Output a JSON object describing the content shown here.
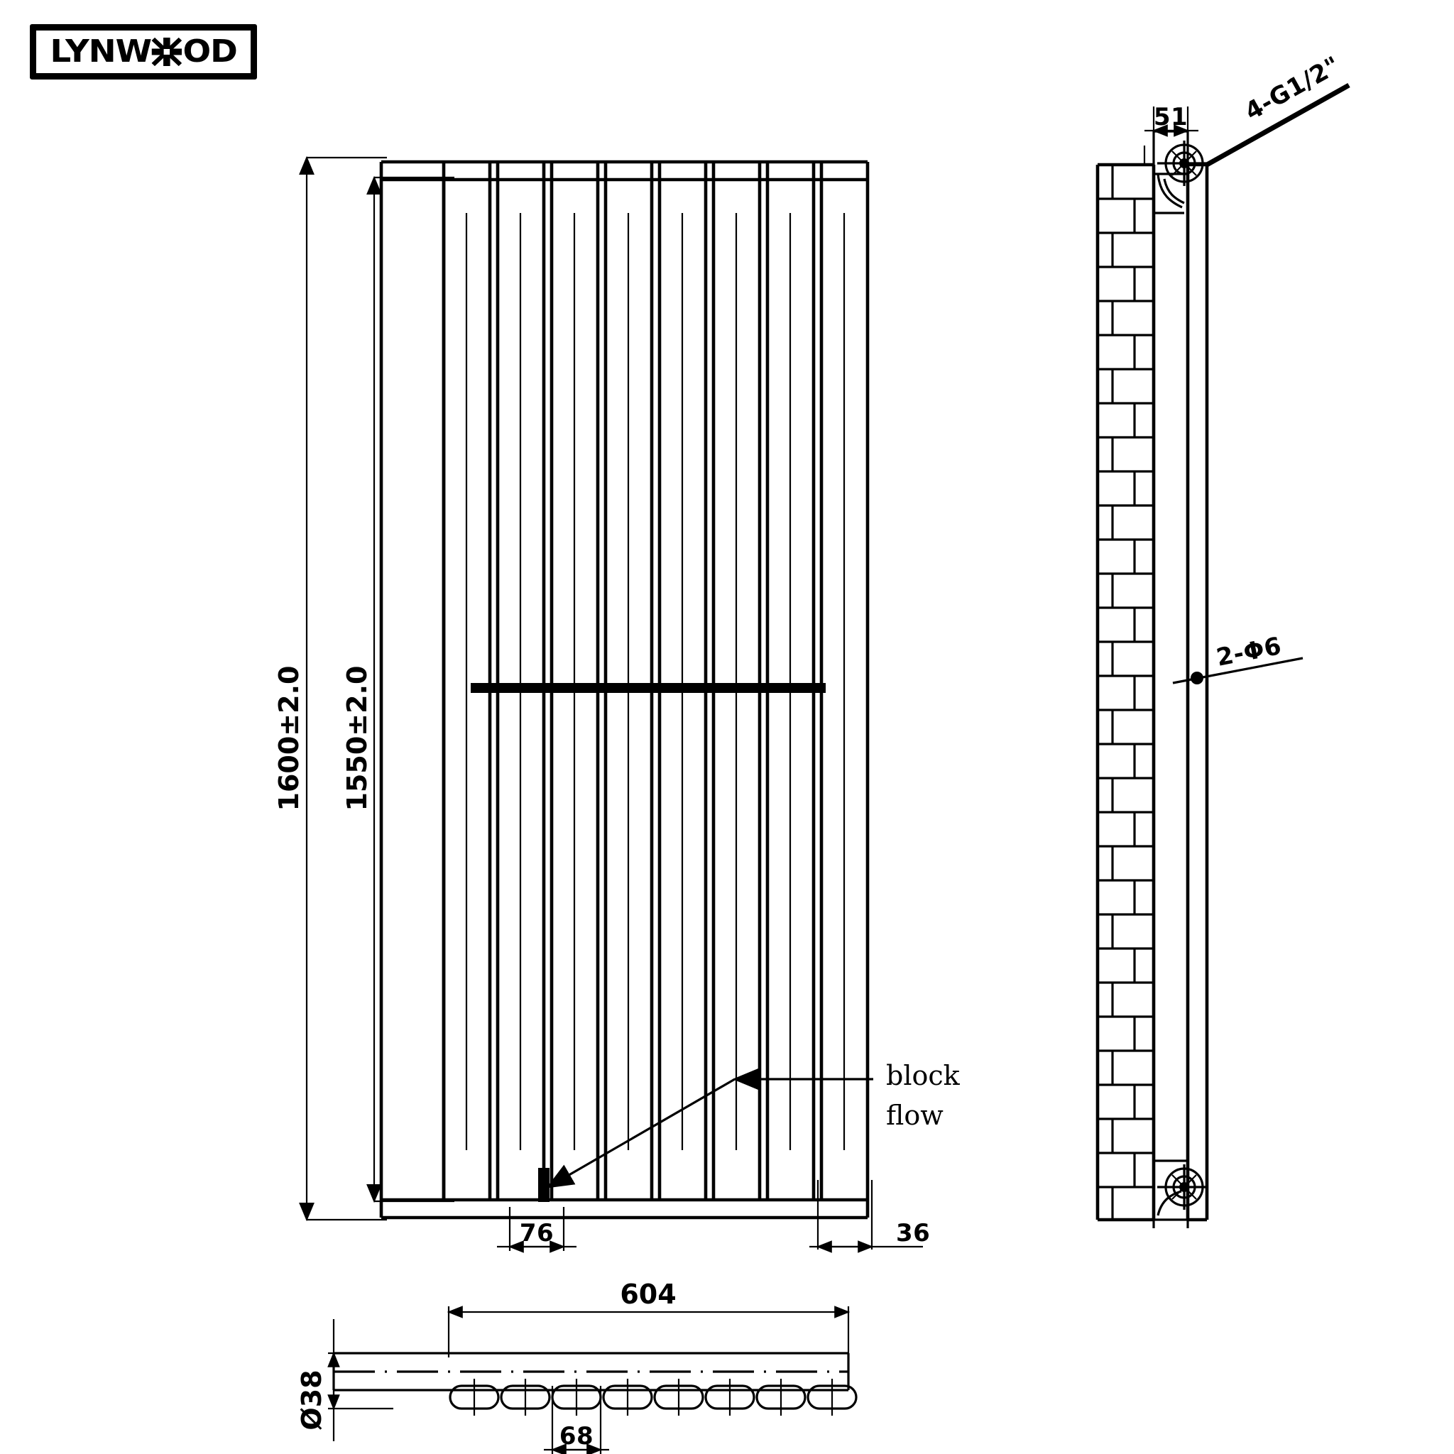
{
  "sheet": {
    "background_color": "#ffffff",
    "line_color": "#000000"
  },
  "logo": {
    "name": "LYNWOOD",
    "text_before": "LYNW",
    "text_after": "OD",
    "emblem": "union-jack-asterisk"
  },
  "views": {
    "front": {
      "label": "front-elevation",
      "tube_count": 8,
      "dimensions": {
        "overall_height": "1600±2.0",
        "panel_height": "1550±2.0",
        "tube_pitch": "76",
        "end_offset": "36"
      }
    },
    "side": {
      "label": "side-section-with-wall",
      "dimensions": {
        "bracket_offset": "51",
        "connection_note": "4-G1/2\"",
        "fixing_note": "2-Φ6"
      }
    },
    "plan": {
      "label": "plan-section",
      "dimensions": {
        "overall_width": "604",
        "tube_pitch": "68",
        "tube_depth": "Ø38"
      }
    }
  },
  "annotations": {
    "block_flow_line1": "block",
    "block_flow_line2": "flow"
  },
  "dimension_labels": {
    "h1600": "1600±2.0",
    "h1550": "1550±2.0",
    "w76": "76",
    "w36": "36",
    "w604": "604",
    "w68": "68",
    "d38": "Ø38",
    "s51": "51",
    "note_g12": "4-G1/2\"",
    "note_phi6": "2-Φ6"
  }
}
